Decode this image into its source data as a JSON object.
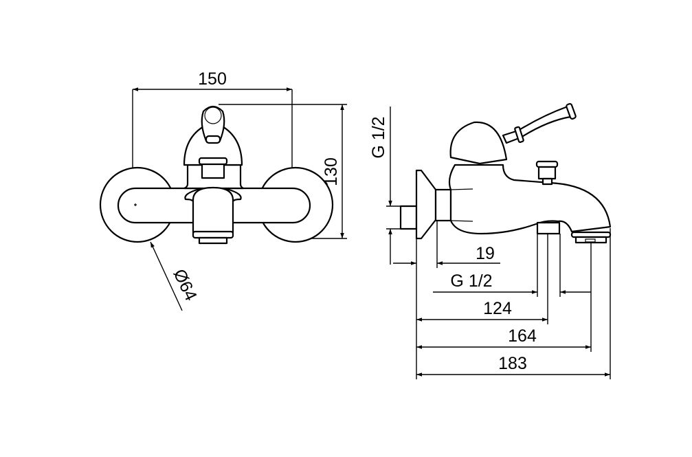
{
  "drawing": {
    "front_view": {
      "width_label": "150",
      "height_label": "130",
      "rosette_diameter_label": "Ø64"
    },
    "side_view": {
      "connection_label_vertical": "G 1/2",
      "depth_19_label": "19",
      "connection_label_horizontal": "G 1/2",
      "dim_124_label": "124",
      "dim_164_label": "164",
      "dim_183_label": "183"
    },
    "colors": {
      "line": "#000000",
      "background": "#ffffff"
    }
  }
}
